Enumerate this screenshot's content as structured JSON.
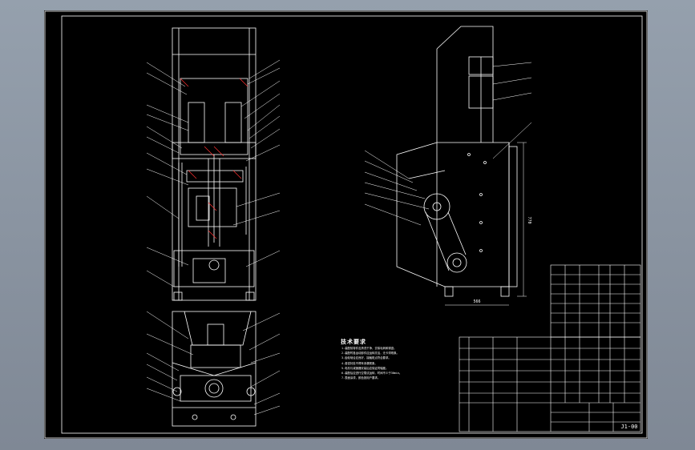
{
  "drawing": {
    "notes_title": "技术要求",
    "notes": [
      "1.装配前零件应清洗干净，去除毛刺和锈迹。",
      "2.装配时各运动部件应运转灵活，无卡滞现象。",
      "3.齿轮啮合应良好，接触斑点符合要求。",
      "4.各密封处不得有渗漏现象。",
      "5.电机与减速器安装后应保证同轴度。",
      "6.装配后应进行空载试运转，时间不少于30min。",
      "7.表面涂漆，颜色按用户要求。"
    ],
    "drawing_code": "J1-00",
    "dimension_labels": [
      "770",
      "566"
    ],
    "colors": {
      "background": "#000000",
      "line": "#ffffff",
      "hatch": "#ff3030",
      "frame_gray": "#8f98a6"
    }
  }
}
